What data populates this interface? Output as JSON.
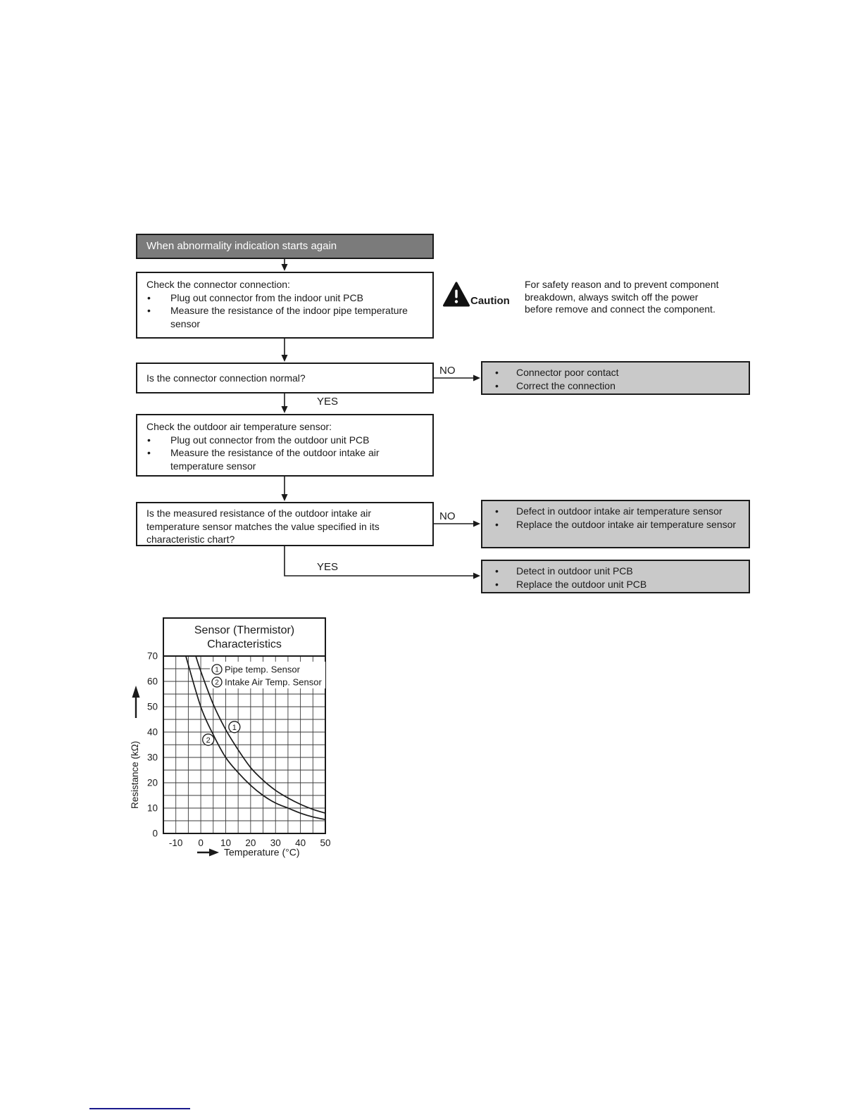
{
  "colors": {
    "ink": "#1a1a1a",
    "header_gray": "#7b7b7b",
    "result_gray": "#c9c9c9",
    "footer_blue": "#1a1a8c"
  },
  "flowchart": {
    "start": {
      "label": "When abnormality indication starts again"
    },
    "step1": {
      "title": "Check the connector connection:",
      "bullets": [
        "Plug out connector from the indoor unit PCB",
        "Measure the resistance of the indoor pipe temperature sensor"
      ]
    },
    "caution": {
      "label": "Caution",
      "text_lines": [
        "For safety reason and to prevent component",
        "breakdown, always switch off the power",
        "before remove and connect the component."
      ]
    },
    "q1": {
      "label": "Is the connector connection normal?"
    },
    "q1_no": {
      "bullets": [
        "Connector poor contact",
        "Correct the connection"
      ]
    },
    "step2": {
      "title": "Check the outdoor air temperature sensor:",
      "bullets": [
        "Plug out connector from the outdoor unit PCB",
        "Measure the resistance of the outdoor intake air temperature sensor"
      ]
    },
    "q2": {
      "label": "Is the measured resistance of the outdoor intake air temperature sensor matches the value specified in its characteristic chart?"
    },
    "q2_no": {
      "bullets": [
        "Defect in outdoor intake air temperature sensor",
        "Replace the outdoor intake air temperature sensor"
      ]
    },
    "q2_yes": {
      "bullets": [
        "Detect in outdoor unit PCB",
        "Replace the outdoor unit PCB"
      ]
    },
    "labels": {
      "yes1": "YES",
      "no1": "NO",
      "no2": "NO",
      "yes2": "YES"
    }
  },
  "chart_data": {
    "type": "line",
    "title": "Sensor (Thermistor) Characteristics",
    "title_lines": [
      "Sensor (Thermistor)",
      "Characteristics"
    ],
    "xlabel": "Temperature (°C)",
    "ylabel": "Resistance (kΩ)",
    "xlim": [
      -15,
      50
    ],
    "ylim": [
      0,
      70
    ],
    "x_ticks": [
      -10,
      0,
      10,
      20,
      30,
      40,
      50
    ],
    "y_ticks": [
      0,
      10,
      20,
      30,
      40,
      50,
      60,
      70
    ],
    "grid": true,
    "grid_step": 5,
    "legend_position": "top-right-inside",
    "series": [
      {
        "name": "Pipe temp. Sensor",
        "marker": "1",
        "label_at": [
          13.5,
          42
        ],
        "points": [
          [
            -2,
            70
          ],
          [
            0,
            64
          ],
          [
            5,
            51
          ],
          [
            10,
            41
          ],
          [
            15,
            33
          ],
          [
            20,
            26
          ],
          [
            25,
            21
          ],
          [
            30,
            17
          ],
          [
            35,
            14
          ],
          [
            40,
            11.5
          ],
          [
            45,
            9.5
          ],
          [
            50,
            8
          ]
        ]
      },
      {
        "name": "Intake Air Temp. Sensor",
        "marker": "2",
        "label_at": [
          3,
          37
        ],
        "points": [
          [
            -6,
            70
          ],
          [
            0,
            50
          ],
          [
            5,
            39
          ],
          [
            10,
            30
          ],
          [
            15,
            24
          ],
          [
            20,
            19
          ],
          [
            25,
            15
          ],
          [
            30,
            12
          ],
          [
            35,
            10
          ],
          [
            40,
            8
          ],
          [
            45,
            6.5
          ],
          [
            50,
            5.5
          ]
        ]
      }
    ]
  }
}
